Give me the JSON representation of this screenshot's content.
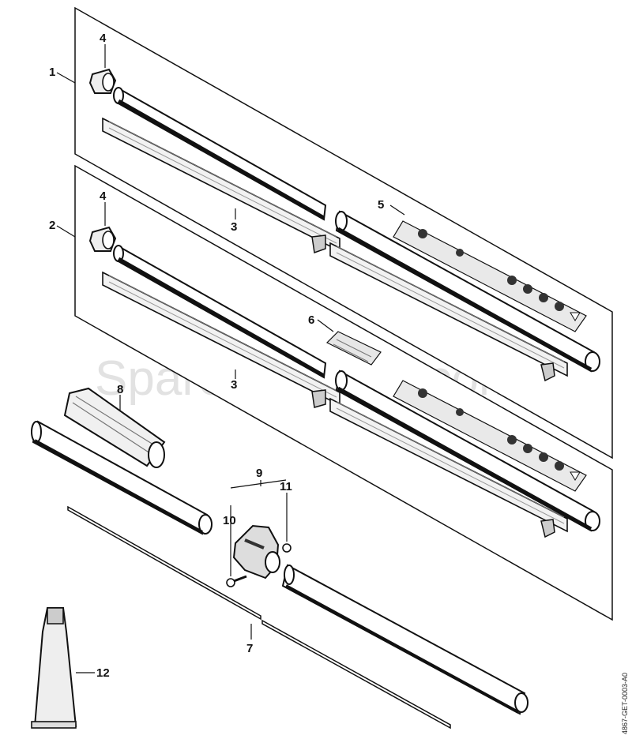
{
  "watermark": "SparesGarden.com",
  "drawing_code": "4867-GET-0003-A0",
  "callouts": {
    "c1": "1",
    "c2": "2",
    "c3a": "3",
    "c3b": "3",
    "c4a": "4",
    "c4b": "4",
    "c5": "5",
    "c6": "6",
    "c7": "7",
    "c8": "8",
    "c9": "9",
    "c10": "10",
    "c11": "11",
    "c12": "12"
  },
  "colors": {
    "line": "#111111",
    "panel_fill": "#ffffff",
    "grey": "#bdbdbd",
    "dark": "#222222"
  }
}
